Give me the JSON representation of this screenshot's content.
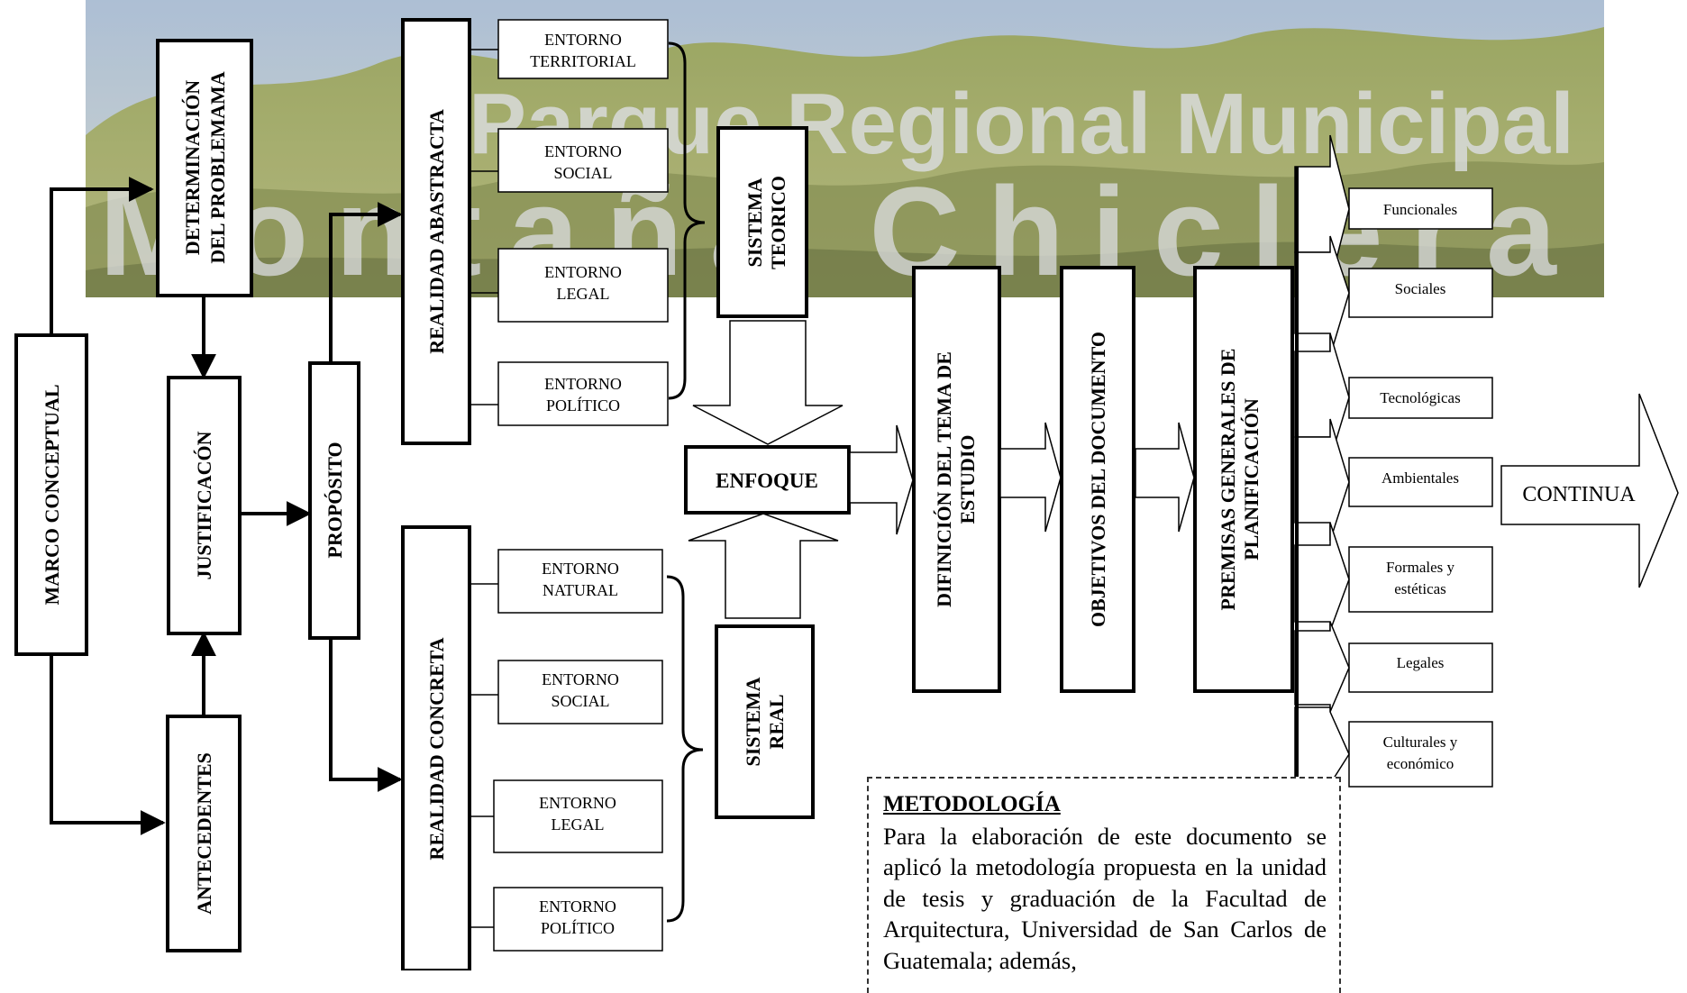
{
  "background": {
    "banner_text_line1": "Parque Regional Municipal",
    "banner_text_line2": "Montaña Chiclera",
    "colors": {
      "sky": "#a7bcd2",
      "foliage": "#7e8a3e",
      "foliage_dark": "#4e5a22",
      "text": "#d7d9dd"
    }
  },
  "nodes": {
    "marco_conceptual": "MARCO CONCEPTUAL",
    "determinacion": [
      "DETERMINACIÓN",
      "DEL PROBLEMAMA"
    ],
    "justificacion": "JUSTIFICACÓN",
    "antecedentes": "ANTECEDENTES",
    "proposito": "PROPÓSITO",
    "realidad_abstracta": "REALIDAD ABASTRACTA",
    "realidad_concreta": "REALIDAD CONCRETA",
    "sistema_teorico": [
      "SISTEMA",
      "TEORICO"
    ],
    "sistema_real": [
      "SISTEMA",
      "REAL"
    ],
    "enfoque": "ENFOQUE",
    "definicion": [
      "DIFINICIÓN DEL TEMA DE",
      "ESTUDIO"
    ],
    "objetivos": "OBJETIVOS  DEL  DOCUMENTO",
    "premisas": [
      "PREMISAS GENERALES DE",
      "PLANIFICACIÓN"
    ],
    "continua": "CONTINUA"
  },
  "entornos_abstracta": [
    [
      "ENTORNO",
      "TERRITORIAL"
    ],
    [
      "ENTORNO",
      "SOCIAL"
    ],
    [
      "ENTORNO",
      "LEGAL"
    ],
    [
      "ENTORNO",
      "POLÍTICO"
    ]
  ],
  "entornos_concreta": [
    [
      "ENTORNO",
      "NATURAL"
    ],
    [
      "ENTORNO",
      "SOCIAL"
    ],
    [
      "ENTORNO",
      "LEGAL"
    ],
    [
      "ENTORNO",
      "POLÍTICO"
    ]
  ],
  "premisas_categorias": [
    [
      "Funcionales"
    ],
    [
      "Sociales"
    ],
    [
      "Tecnológicas"
    ],
    [
      "Ambientales"
    ],
    [
      "Formales y",
      "estéticas"
    ],
    [
      "Legales"
    ],
    [
      "Culturales y",
      "económico"
    ]
  ],
  "metodologia": {
    "heading": "METODOLOGÍA",
    "body": "Para la elaboración de este documento se aplicó la metodología propuesta en la unidad de tesis y graduación de la Facultad de Arquitectura, Universidad de San Carlos de Guatemala; además,"
  }
}
